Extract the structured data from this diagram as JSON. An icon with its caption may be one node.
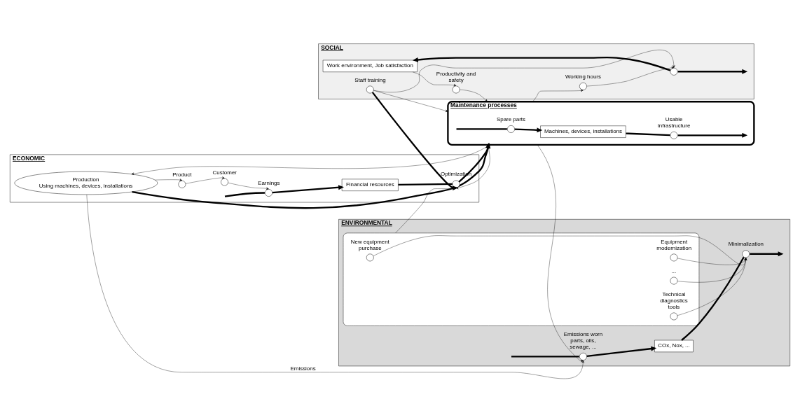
{
  "diagram": {
    "nodes": [
      {
        "text": [
          "ECONOMIC"
        ]
      },
      {
        "text": [],
        "shape": "circle",
        "beside": [
          "Customer"
        ],
        "in": 0
      },
      {
        "text": [],
        "shape": "circle",
        "beside": [
          "Product"
        ],
        "in": 0
      },
      {
        "text": [
          "Production",
          "Using machines, devices, installations"
        ],
        "in": 0
      },
      {
        "text": [],
        "shape": "circle",
        "beside": [
          "Earnings"
        ],
        "in": 0
      },
      {
        "text": [
          "Financial resources"
        ],
        "in": 0
      },
      {
        "text": [],
        "shape": "circle",
        "beside": [
          "Optimization"
        ],
        "in": 0
      },
      {
        "text": [
          "Maintenance processes"
        ]
      },
      {
        "text": [],
        "shape": "circle",
        "beside": [
          "Spare parts"
        ],
        "in": 7
      },
      {
        "text": [
          "Machines, devices, installations"
        ],
        "in": 7
      },
      {
        "text": [],
        "shape": "circle",
        "beside": [
          "Usable infrastructure"
        ],
        "in": 7
      },
      {
        "text": [
          "SOCIAL"
        ]
      },
      {
        "text": [],
        "shape": "circle",
        "beside": [
          "Staff training"
        ],
        "in": 11
      },
      {
        "text": [],
        "shape": "circle",
        "beside": [
          "Productivity and safety"
        ],
        "in": 11
      },
      {
        "text": [
          "Work environment, Job satisfaction"
        ],
        "in": 11
      },
      {
        "text": [],
        "shape": "circle",
        "beside": [
          "Working hours"
        ],
        "in": 11
      },
      {
        "text": [],
        "shape": "circle",
        "in": 11
      },
      {
        "text": [
          "ENVIRONMENTAL"
        ]
      },
      {
        "text": [],
        "shape": "circle",
        "beside": [
          "Emissions worn parts, oils, sewage, ..."
        ],
        "in": 17
      },
      {
        "text": [
          "COx, Nox, ..."
        ],
        "in": 17
      },
      {
        "text": [],
        "shape": "circle",
        "beside": [
          "Minimalization"
        ],
        "in": 17
      },
      {
        "text": [],
        "shape": "ellipse",
        "in": 17
      },
      {
        "text": [],
        "shape": "circle",
        "beside": [
          "New equipment purchase"
        ],
        "in": 21
      },
      {
        "text": [],
        "shape": "circle",
        "beside": [
          "Equipment modernization"
        ],
        "in": 21
      },
      {
        "text": [],
        "shape": "circle",
        "beside": [
          "Technical diagnostics tools"
        ],
        "in": 21
      },
      {
        "text": [],
        "shape": "circle",
        "beside": [
          "..."
        ],
        "in": 21
      }
    ],
    "edges": [
      {
        "from": null,
        "to": 4,
        "arrow": "none",
        "style": "thick"
      },
      {
        "from": 4,
        "to": 5,
        "arrow": "to",
        "style": "thick"
      },
      {
        "from": 5,
        "to": 6,
        "arrow": "none",
        "style": "thick"
      },
      {
        "from": 6,
        "to": 7,
        "arrow": "to",
        "style": "thick"
      },
      {
        "from": 2,
        "to": 1,
        "arrow": "to"
      },
      {
        "from": 1,
        "to": 4,
        "arrow": "to"
      },
      {
        "from": 3,
        "to": 2,
        "arrow": "to"
      },
      {
        "from": 3,
        "to": 7,
        "arrow": "to",
        "style": "thick"
      },
      {
        "from": 7,
        "to": 3,
        "arrow": "to"
      },
      {
        "from": null,
        "to": 8,
        "arrow": "none",
        "style": "thick"
      },
      {
        "from": 8,
        "to": 9,
        "arrow": "to",
        "style": "thick"
      },
      {
        "from": 9,
        "to": 10,
        "arrow": "none",
        "style": "thick"
      },
      {
        "from": 10,
        "to": null,
        "arrow": "to",
        "style": "thick"
      },
      {
        "from": 3,
        "to": 18,
        "arrow": "to",
        "label": "Emissions"
      },
      {
        "from": 7,
        "to": 18,
        "arrow": "to"
      },
      {
        "from": 7,
        "to": 6,
        "arrow": "to"
      },
      {
        "from": 21,
        "to": 6,
        "arrow": "to"
      },
      {
        "from": 12,
        "to": 6,
        "arrow": "to",
        "style": "thick"
      },
      {
        "from": 12,
        "to": 7,
        "arrow": "to"
      },
      {
        "from": 7,
        "to": 15,
        "arrow": "to"
      },
      {
        "from": 12,
        "to": 16,
        "arrow": "to"
      },
      {
        "from": 15,
        "to": 16,
        "arrow": "to"
      },
      {
        "from": 16,
        "to": 14,
        "arrow": "to",
        "style": "thick"
      },
      {
        "from": 16,
        "to": null,
        "arrow": "to",
        "style": "thick"
      },
      {
        "from": 14,
        "to": 13,
        "arrow": "to"
      },
      {
        "from": 13,
        "to": 7,
        "arrow": "to"
      },
      {
        "from": null,
        "to": 18,
        "arrow": "none",
        "style": "thick"
      },
      {
        "from": 18,
        "to": 19,
        "arrow": "to",
        "style": "thick"
      },
      {
        "from": 19,
        "to": 20,
        "arrow": "none",
        "style": "thick"
      },
      {
        "from": 20,
        "to": null,
        "arrow": "to",
        "style": "thick"
      },
      {
        "from": 22,
        "to": 20,
        "arrow": "to"
      },
      {
        "from": 23,
        "to": 20,
        "arrow": "to"
      },
      {
        "from": 24,
        "to": 20,
        "arrow": "to"
      },
      {
        "from": 25,
        "to": 20,
        "arrow": "to"
      }
    ]
  }
}
